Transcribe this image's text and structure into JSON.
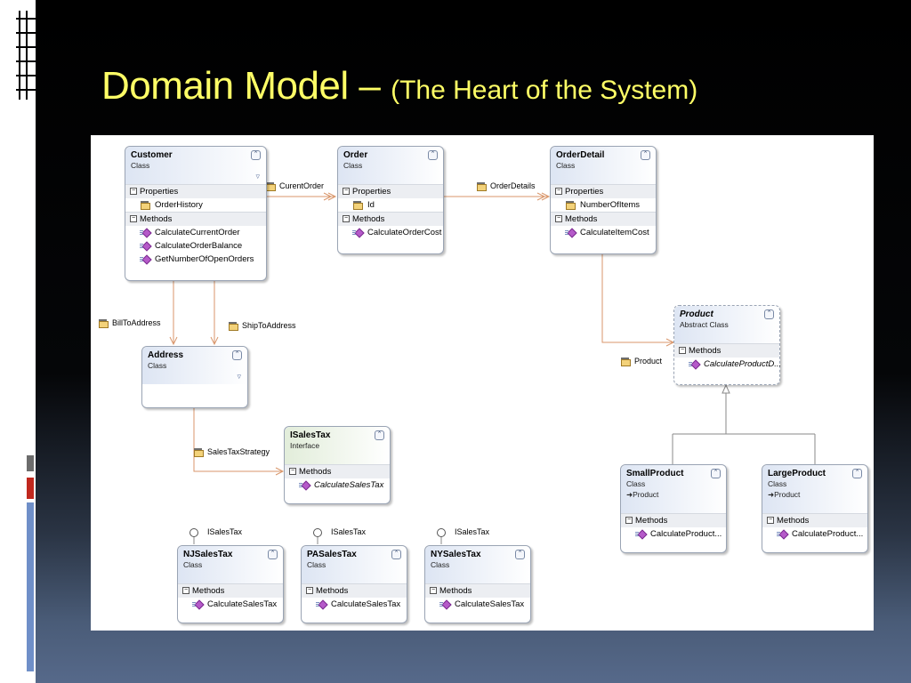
{
  "slide": {
    "title_main": "Domain Model – ",
    "title_sub": "(The Heart of the System)",
    "colors": {
      "title": "#ffff66",
      "accent_red": "#c0281e",
      "accent_blue": "#6f8fc8"
    }
  },
  "diagram": {
    "section_labels": {
      "properties": "Properties",
      "methods": "Methods"
    },
    "classes": {
      "customer": {
        "name": "Customer",
        "stereotype": "Class",
        "properties": [
          "OrderHistory"
        ],
        "methods": [
          "CalculateCurrentOrder",
          "CalculateOrderBalance",
          "GetNumberOfOpenOrders"
        ]
      },
      "order": {
        "name": "Order",
        "stereotype": "Class",
        "properties": [
          "Id"
        ],
        "methods": [
          "CalculateOrderCost"
        ]
      },
      "orderdetail": {
        "name": "OrderDetail",
        "stereotype": "Class",
        "properties": [
          "NumberOfItems"
        ],
        "methods": [
          "CalculateItemCost"
        ]
      },
      "product": {
        "name": "Product",
        "stereotype": "Abstract Class",
        "methods": [
          "CalculateProductD..."
        ]
      },
      "address": {
        "name": "Address",
        "stereotype": "Class"
      },
      "isalestax": {
        "name": "ISalesTax",
        "stereotype": "Interface",
        "methods": [
          "CalculateSalesTax"
        ]
      },
      "smallproduct": {
        "name": "SmallProduct",
        "stereotype": "Class",
        "inherits": "Product",
        "methods": [
          "CalculateProduct..."
        ]
      },
      "largeproduct": {
        "name": "LargeProduct",
        "stereotype": "Class",
        "inherits": "Product",
        "methods": [
          "CalculateProduct..."
        ]
      },
      "njsalestax": {
        "name": "NJSalesTax",
        "stereotype": "Class",
        "methods": [
          "CalculateSalesTax"
        ]
      },
      "pasalestax": {
        "name": "PASalesTax",
        "stereotype": "Class",
        "methods": [
          "CalculateSalesTax"
        ]
      },
      "nysalestax": {
        "name": "NYSalesTax",
        "stereotype": "Class",
        "methods": [
          "CalculateSalesTax"
        ]
      }
    },
    "associations": {
      "current_order": "CurentOrder",
      "order_details": "OrderDetails",
      "product": "Product",
      "bill_to": "BillToAddress",
      "ship_to": "ShipToAddress",
      "sales_tax_strategy": "SalesTaxStrategy"
    },
    "lollipops": {
      "nj": "ISalesTax",
      "pa": "ISalesTax",
      "ny": "ISalesTax"
    },
    "icons": {
      "collapse": "double-chevron-up-icon",
      "filter": "filter-icon",
      "property": "property-icon",
      "method": "method-icon",
      "inherit_arrow": "arrow-right-icon"
    }
  }
}
